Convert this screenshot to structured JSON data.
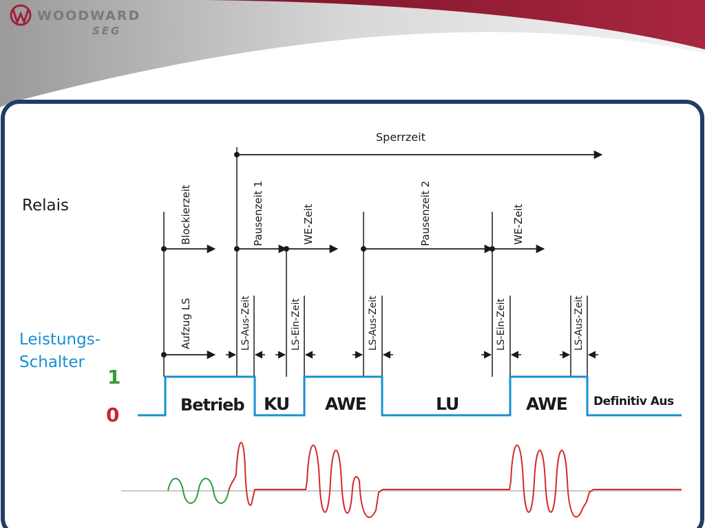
{
  "brand": {
    "logo_letter": "W",
    "name": "WOODWARD",
    "sub": "SEG",
    "accent": "#a0203a"
  },
  "labels": {
    "relais": "Relais",
    "leistungs": "Leistungs-",
    "schalter": "Schalter",
    "level_one": "1",
    "level_zero": "0",
    "sperrzeit": "Sperrzeit"
  },
  "relay_timers": {
    "blockierzeit": "Blockierzeit",
    "pausenzeit1": "Pausenzeit 1",
    "wezeit1": "WE-Zeit",
    "pausenzeit2": "Pausenzeit 2",
    "wezeit2": "WE-Zeit"
  },
  "breaker_timers": {
    "aufzug": "Aufzug LS",
    "lsaus1": "LS-Aus-Zeit",
    "lsein1": "LS-Ein-Zeit",
    "lsaus2": "LS-Aus-Zeit",
    "lsein2": "LS-Ein-Zeit",
    "lsaus3": "LS-Aus-Zeit"
  },
  "phases": {
    "betrieb": "Betrieb",
    "ku": "KU",
    "awe1": "AWE",
    "lu": "LU",
    "awe2": "AWE",
    "definitiv": "Definitiv Aus"
  },
  "colors": {
    "breaker_signal": "#1a8fd0",
    "current_normal": "#2e9a3a",
    "current_fault": "#d42a2a",
    "frame_border": "#1f3d66",
    "level_one": "#3a9a3a",
    "level_zero": "#c8233a",
    "leistungs_label": "#1a8fd0"
  }
}
